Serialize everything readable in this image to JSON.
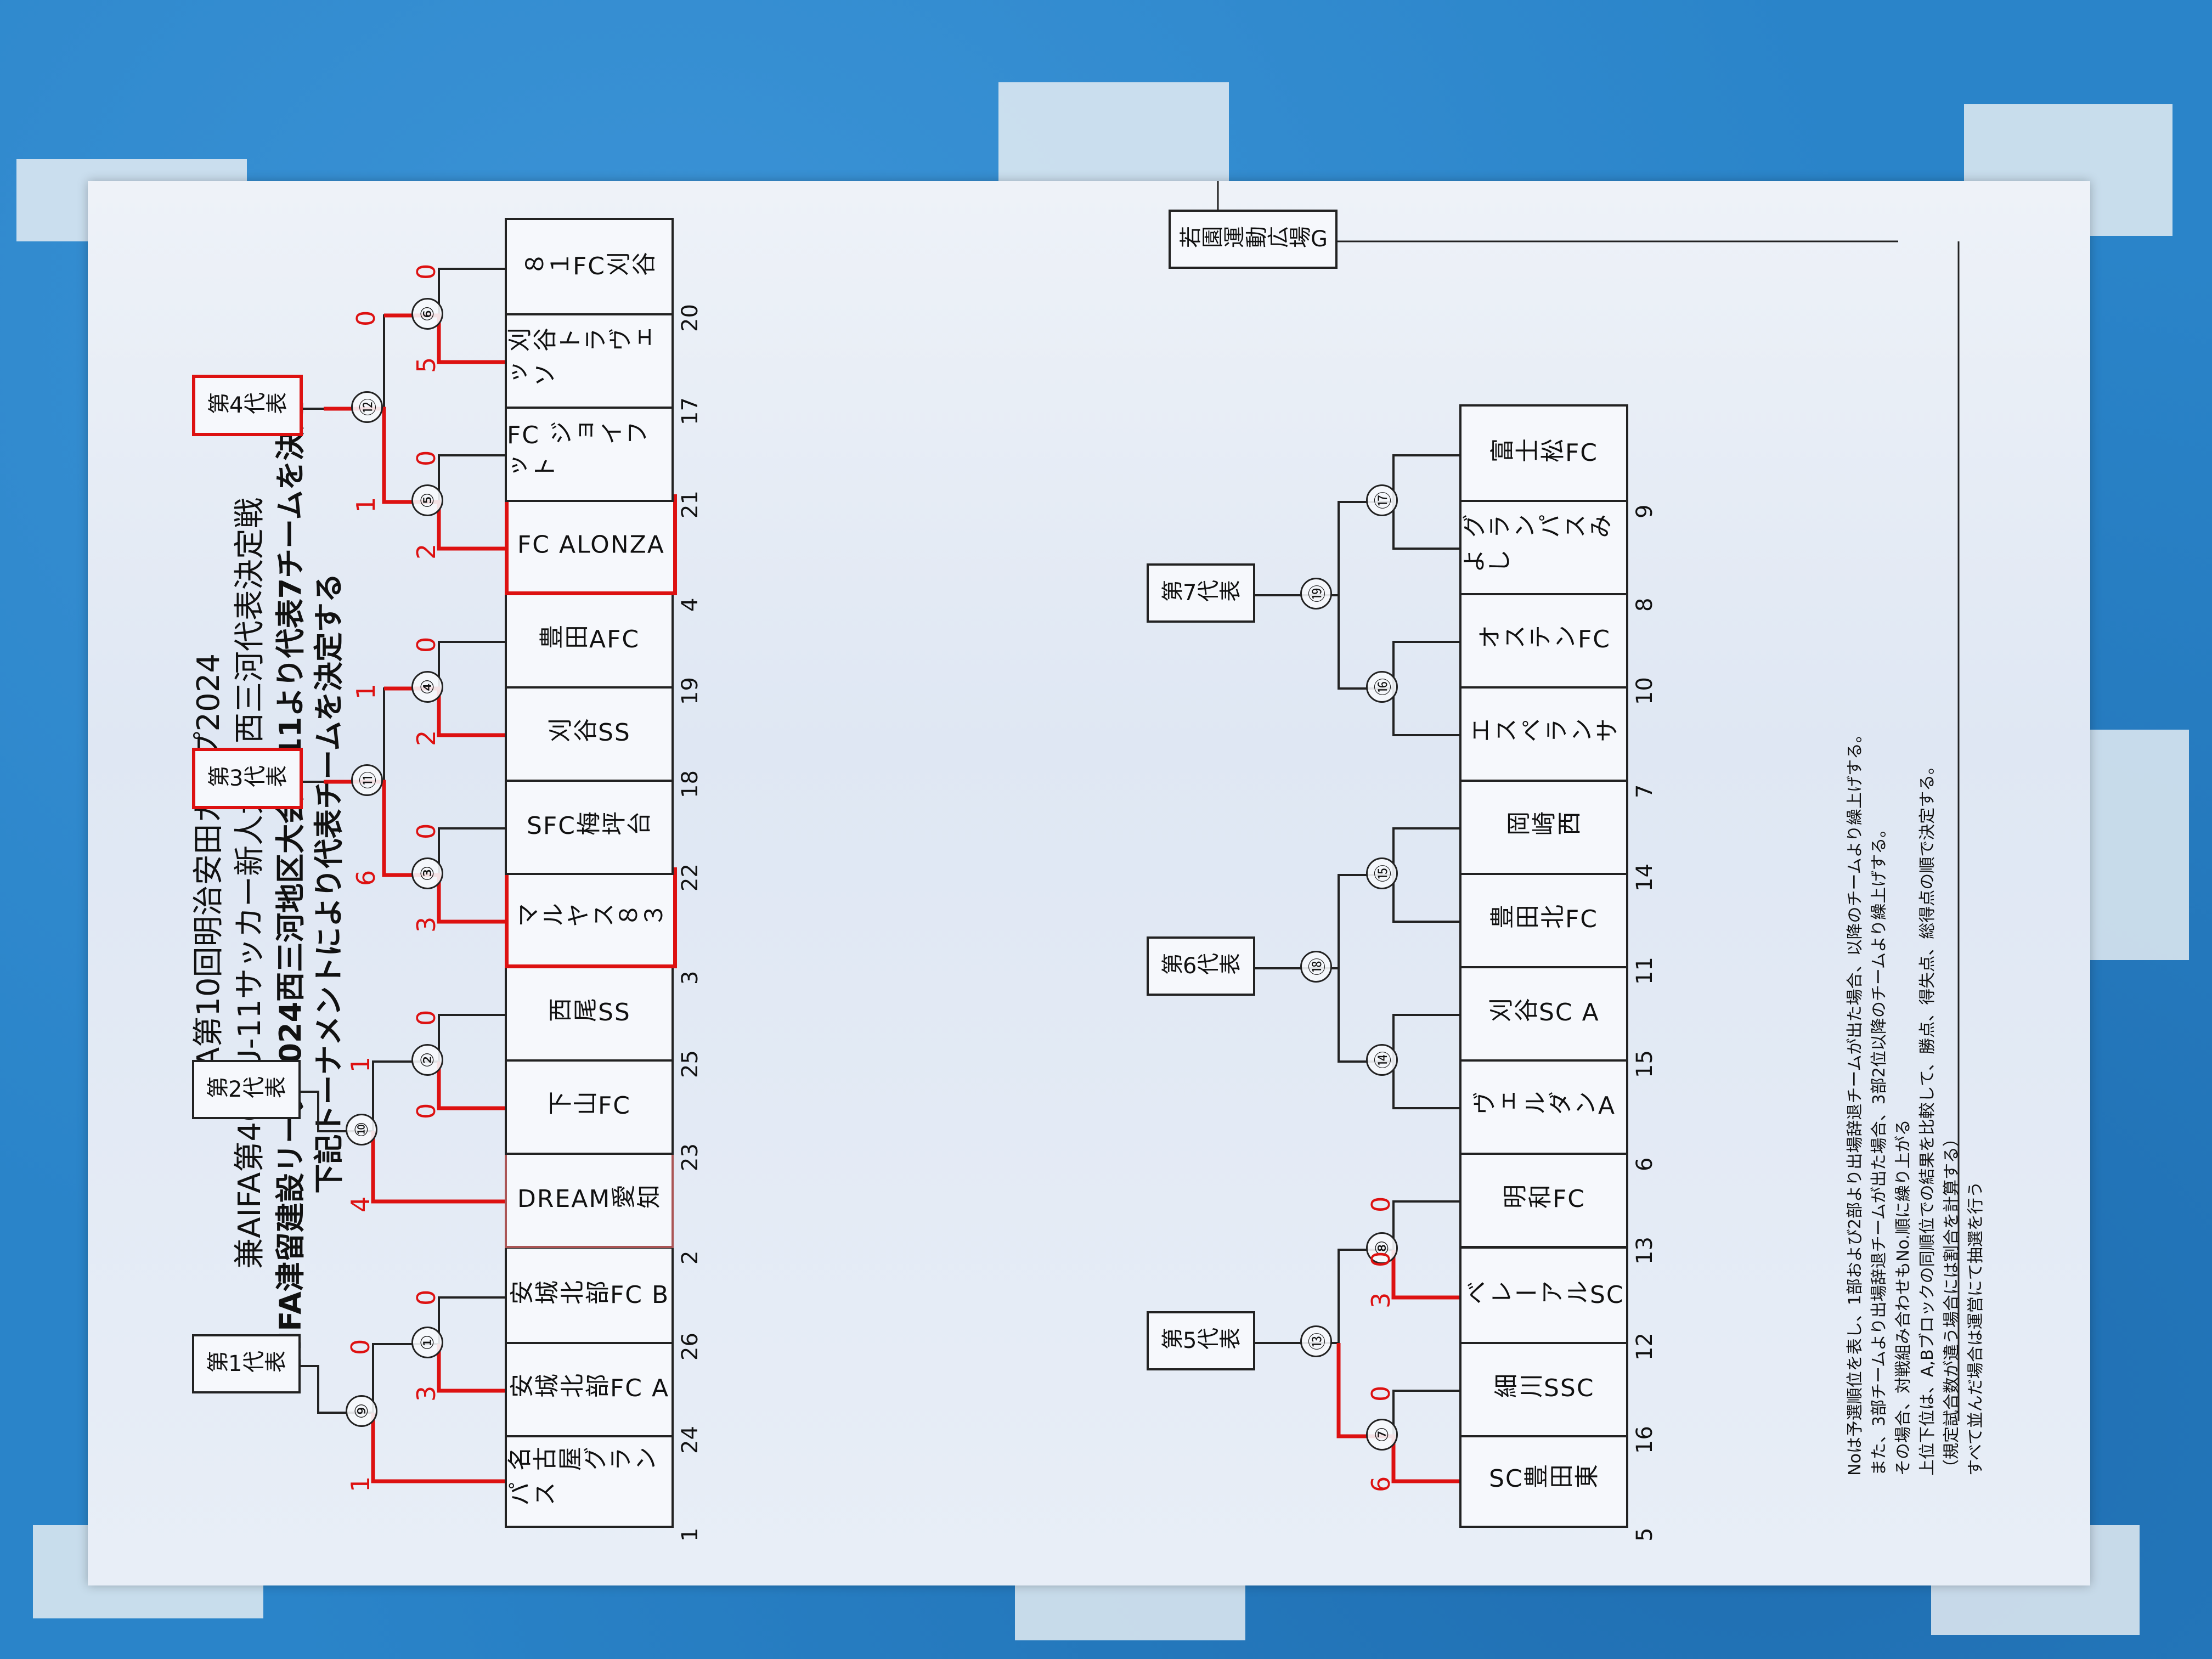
{
  "header": {
    "line1": "AIFA第10回明治安田カップ2024",
    "line2": "兼AIFA第46回U-11サッカー新人大会 西三河代表決定戦",
    "line3": "AIFA津留建設リーグ2024西三河地区大会U-11より代表7チームを決定",
    "line4": "下記トーナメントにより代表チームを決定する"
  },
  "venue": "若園運動広場G",
  "representatives": [
    "第1代表",
    "第2代表",
    "第3代表",
    "第4代表",
    "第5代表",
    "第6代表",
    "第7代表"
  ],
  "teams": [
    {
      "seed": "1",
      "name": "名古屋グランパス"
    },
    {
      "seed": "24",
      "name": "安城北部FC A"
    },
    {
      "seed": "26",
      "name": "安城北部FC B"
    },
    {
      "seed": "2",
      "name": "DREAM愛知"
    },
    {
      "seed": "23",
      "name": "下山FC"
    },
    {
      "seed": "25",
      "name": "西尾SS"
    },
    {
      "seed": "3",
      "name": "マルヤス８３"
    },
    {
      "seed": "22",
      "name": "SFC梅坪台"
    },
    {
      "seed": "18",
      "name": "刈谷SS"
    },
    {
      "seed": "19",
      "name": "豊田AFC"
    },
    {
      "seed": "4",
      "name": "FC ALONZA"
    },
    {
      "seed": "21",
      "name": "FC ジョイフット"
    },
    {
      "seed": "17",
      "name": "刈谷トラヴェッソ"
    },
    {
      "seed": "20",
      "name": "８１FC刈谷"
    },
    {
      "seed": "5",
      "name": "SC豊田東"
    },
    {
      "seed": "16",
      "name": "細川SSC"
    },
    {
      "seed": "12",
      "name": "ベレーアルSC"
    },
    {
      "seed": "13",
      "name": "明和FC"
    },
    {
      "seed": "6",
      "name": "ヴェルダンA"
    },
    {
      "seed": "15",
      "name": "刈谷SC A"
    },
    {
      "seed": "11",
      "name": "豊田北FC"
    },
    {
      "seed": "14",
      "name": "岡崎西"
    },
    {
      "seed": "7",
      "name": "エスペランサ"
    },
    {
      "seed": "10",
      "name": "オステンFC"
    },
    {
      "seed": "8",
      "name": "グランパスみよし"
    },
    {
      "seed": "9",
      "name": "富士松FC"
    }
  ],
  "matches": [
    "①",
    "②",
    "③",
    "④",
    "⑤",
    "⑥",
    "⑦",
    "⑧",
    "⑨",
    "⑩",
    "⑪",
    "⑫",
    "⑬",
    "⑭",
    "⑮",
    "⑯",
    "⑰",
    "⑱",
    "⑲"
  ],
  "scores": [
    "1",
    "3",
    "0",
    "0",
    "4",
    "0",
    "1",
    "0",
    "3",
    "0",
    "6",
    "1",
    "2",
    "0",
    "2",
    "0",
    "1",
    "0",
    "5",
    "0",
    "0",
    "6",
    "0",
    "3",
    "0"
  ],
  "notes": [
    "Noは予選順位を表し、1部および2部より出場辞退チームが出た場合、以降のチームより繰上げする。",
    "また、3部チームより出場辞退チームが出た場合、3部2位以降のチームより繰上げする。",
    "その場合、対戦組み合わせもNo.順に繰り上がる",
    "上位下位は、A,Bブロックの同順位での結果を比較して、勝点、得失点、総得点の順で決定する。",
    "（規定試合数が違う場合には割合を計算する）",
    "すべて並んだ場合は運営にて抽選を行う"
  ],
  "colors": {
    "background": "#2a84c9",
    "paper": "#e6ecf6",
    "ink": "#222222",
    "marker": "#d11111"
  }
}
